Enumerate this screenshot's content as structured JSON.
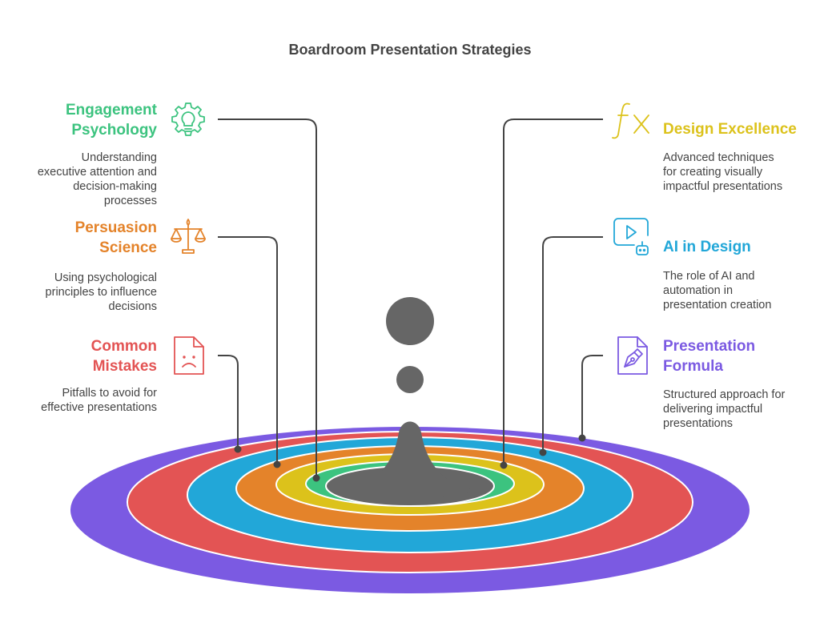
{
  "title": "Boardroom Presentation Strategies",
  "colors": {
    "engagement": "#3cc37f",
    "persuasion": "#e4832a",
    "mistakes": "#e35454",
    "design": "#dcc21b",
    "ai": "#22a7d8",
    "formula": "#7b5ae2",
    "core": "#666666",
    "connector": "#444444"
  },
  "items": {
    "engagement": {
      "title_line1": "Engagement",
      "title_line2": "Psychology",
      "desc_line1": "Understanding",
      "desc_line2": "executive attention and",
      "desc_line3": "decision-making",
      "desc_line4": "processes",
      "icon": "lightbulb-gear-icon"
    },
    "persuasion": {
      "title_line1": "Persuasion",
      "title_line2": "Science",
      "desc_line1": "Using psychological",
      "desc_line2": "principles to influence",
      "desc_line3": "decisions",
      "icon": "scales-icon"
    },
    "mistakes": {
      "title_line1": "Common",
      "title_line2": "Mistakes",
      "desc_line1": "Pitfalls to avoid for",
      "desc_line2": "effective presentations",
      "icon": "sad-document-icon"
    },
    "design": {
      "title_line1": "Design Excellence",
      "desc_line1": "Advanced techniques",
      "desc_line2": "for creating visually",
      "desc_line3": "impactful presentations",
      "icon": "function-icon"
    },
    "ai": {
      "title_line1": "AI in Design",
      "desc_line1": "The role of AI and",
      "desc_line2": "automation in",
      "desc_line3": "presentation creation",
      "icon": "video-bot-icon"
    },
    "formula": {
      "title_line1": "Presentation",
      "title_line2": "Formula",
      "desc_line1": "Structured approach for",
      "desc_line2": "delivering impactful",
      "desc_line3": "presentations",
      "icon": "pen-document-icon"
    }
  }
}
